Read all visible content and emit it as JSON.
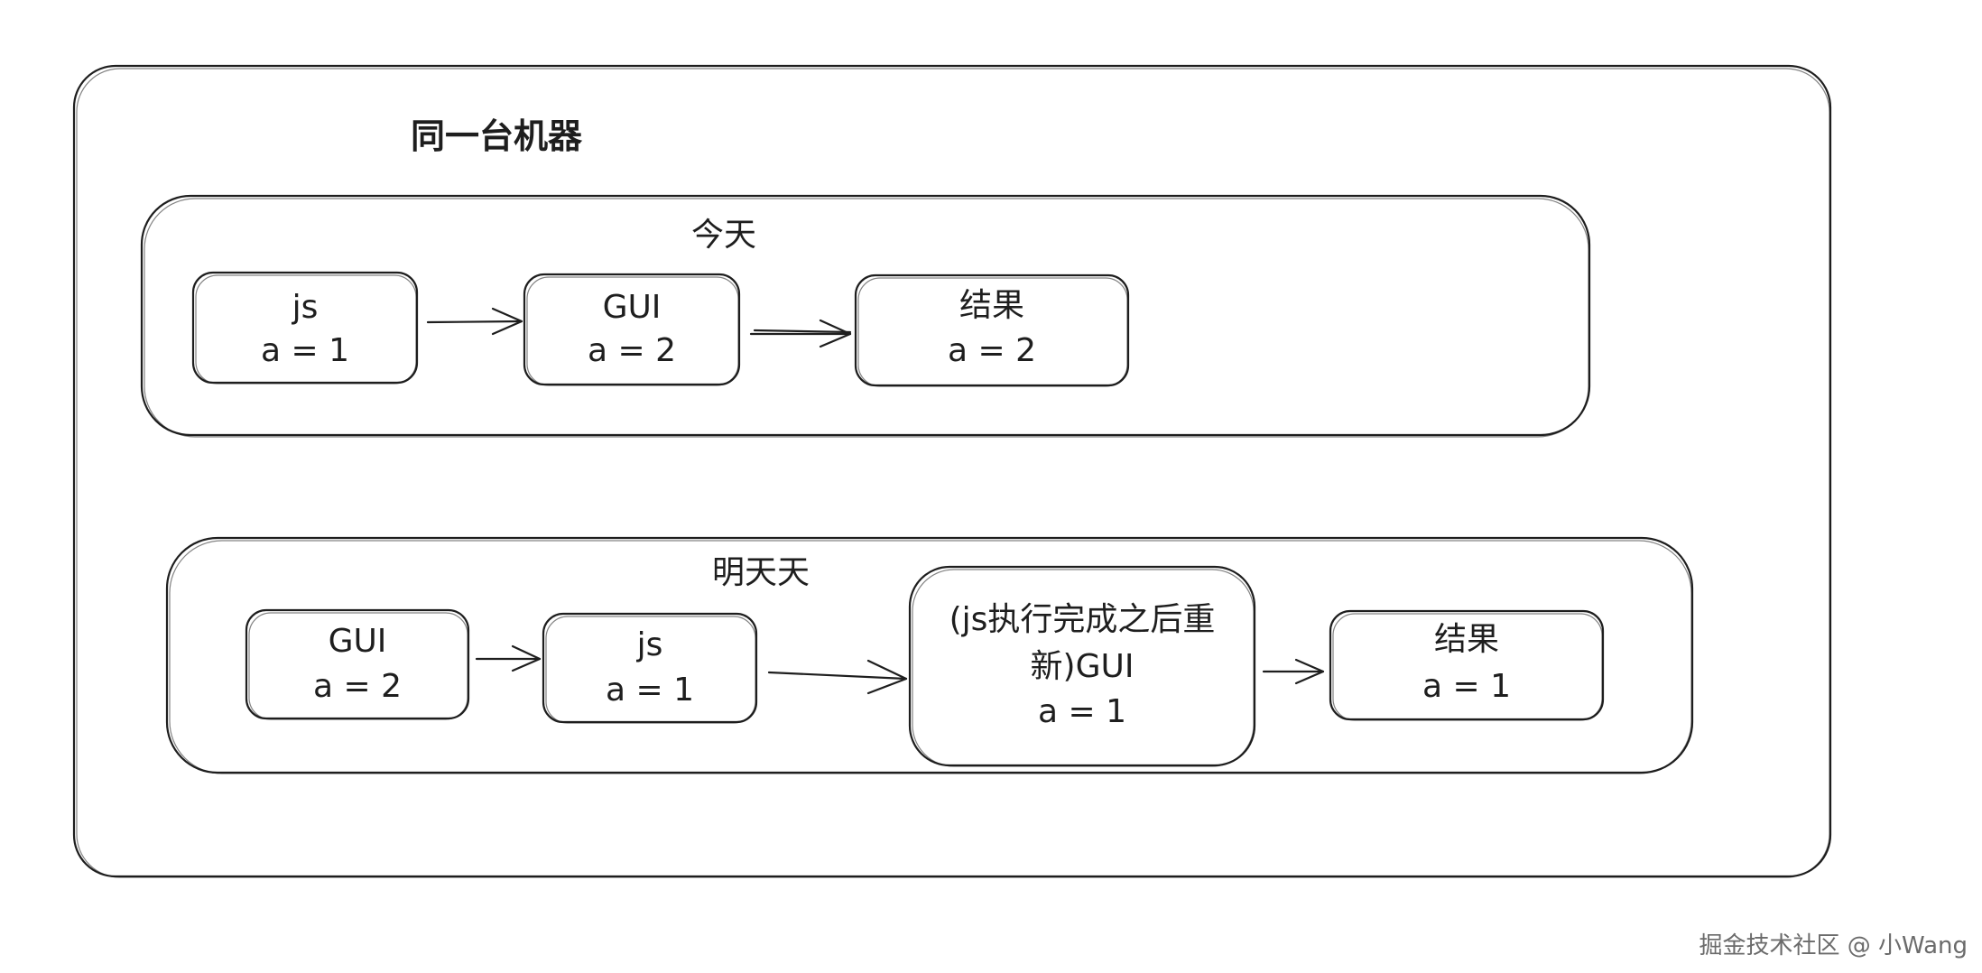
{
  "machine": {
    "title": "同一台机器"
  },
  "groups": [
    {
      "id": "today",
      "title": "今天",
      "nodes": [
        {
          "id": "js",
          "lines": [
            "js",
            "a = 1"
          ]
        },
        {
          "id": "gui",
          "lines": [
            "GUI",
            "a = 2"
          ]
        },
        {
          "id": "result",
          "lines": [
            "结果",
            "a = 2"
          ]
        }
      ]
    },
    {
      "id": "tomorrow",
      "title": "明天天",
      "nodes": [
        {
          "id": "gui",
          "lines": [
            "GUI",
            "a = 2"
          ]
        },
        {
          "id": "js",
          "lines": [
            "js",
            "a = 1"
          ]
        },
        {
          "id": "rerender-gui",
          "lines": [
            "(js执行完成之后重",
            "新)GUI",
            "a = 1"
          ]
        },
        {
          "id": "result",
          "lines": [
            "结果",
            "a = 1"
          ]
        }
      ]
    }
  ],
  "watermark": "掘金技术社区 @ 小Wang",
  "colors": {
    "stroke": "#1e1e1e",
    "background": "#ffffff",
    "watermark": "#6b6b6b"
  }
}
